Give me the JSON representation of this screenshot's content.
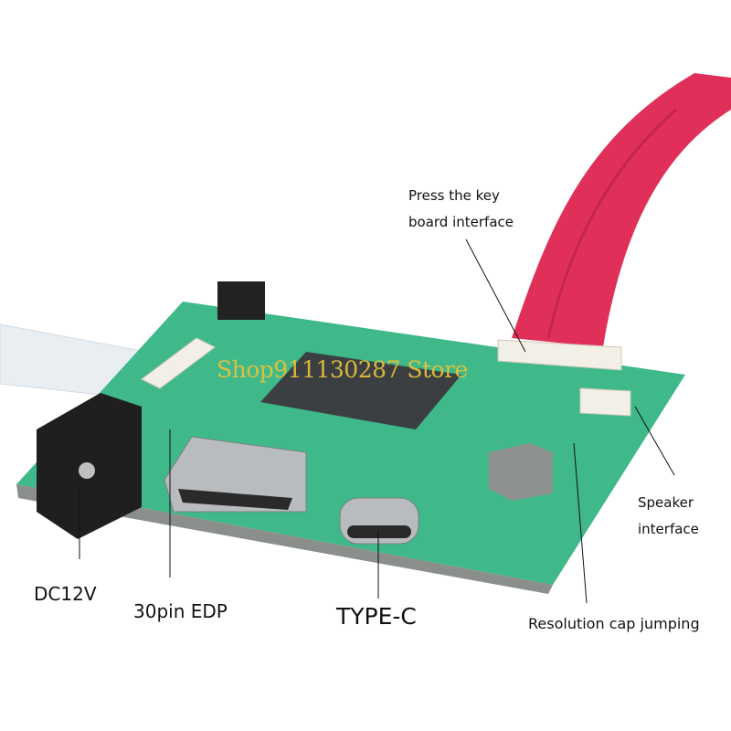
{
  "image": {
    "subject": "LCD driver controller board with eDP ribbon, DC jack, HDMI, USB Type-C, key board cable",
    "background_color": "#ffffff",
    "pcb_color": "#3fb88a",
    "ribbon_red_color": "#e0305a",
    "ribbon_white_color": "#e9eef3"
  },
  "watermark": {
    "text": "Shop911130287 Store",
    "color": "#e8c23a"
  },
  "labels": {
    "key_board": {
      "line1": "Press the key",
      "line2": "board interface"
    },
    "speaker": {
      "line1": "Speaker",
      "line2": "interface"
    },
    "dc": "DC12V",
    "edp": "30pin EDP",
    "typec": "TYPE-C",
    "resolution": "Resolution cap jumping"
  }
}
